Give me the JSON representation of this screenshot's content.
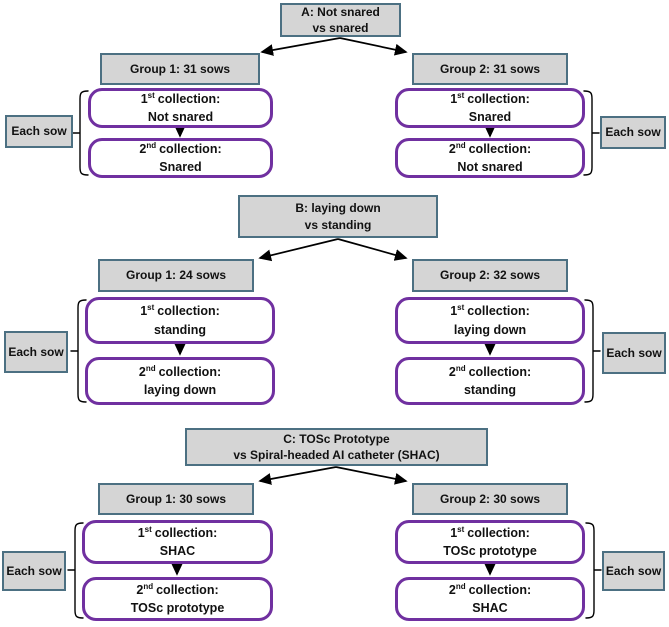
{
  "colors": {
    "background": "#FFFFFF",
    "box_fill": "#D5D5D5",
    "box_border": "#4C7082",
    "collection_border": "#7030A0",
    "arrow": "#000000",
    "text": "#111111"
  },
  "panels": [
    {
      "id": "A",
      "header": {
        "line1": "A: Not snared",
        "line2": "vs snared"
      },
      "left": {
        "group": "Group 1: 31 sows",
        "c1": {
          "ord": "1",
          "sup": "st",
          "label": "collection:",
          "value": "Not snared"
        },
        "c2": {
          "ord": "2",
          "sup": "nd",
          "label": "collection:",
          "value": "Snared"
        },
        "each_sow": "Each sow"
      },
      "right": {
        "group": "Group 2: 31 sows",
        "c1": {
          "ord": "1",
          "sup": "st",
          "label": "collection:",
          "value": "Snared"
        },
        "c2": {
          "ord": "2",
          "sup": "nd",
          "label": "collection:",
          "value": "Not snared"
        },
        "each_sow": "Each sow"
      }
    },
    {
      "id": "B",
      "header": {
        "line1": "B: laying down",
        "line2": "vs standing"
      },
      "left": {
        "group": "Group 1: 24 sows",
        "c1": {
          "ord": "1",
          "sup": "st",
          "label": "collection:",
          "value": "standing"
        },
        "c2": {
          "ord": "2",
          "sup": "nd",
          "label": "collection:",
          "value": "laying down"
        },
        "each_sow": "Each sow"
      },
      "right": {
        "group": "Group 2: 32 sows",
        "c1": {
          "ord": "1",
          "sup": "st",
          "label": "collection:",
          "value": "laying down"
        },
        "c2": {
          "ord": "2",
          "sup": "nd",
          "label": "collection:",
          "value": "standing"
        },
        "each_sow": "Each sow"
      }
    },
    {
      "id": "C",
      "header": {
        "line1": "C: TOSc Prototype",
        "line2": "vs Spiral-headed AI catheter (SHAC)"
      },
      "left": {
        "group": "Group 1: 30 sows",
        "c1": {
          "ord": "1",
          "sup": "st",
          "label": "collection:",
          "value": "SHAC"
        },
        "c2": {
          "ord": "2",
          "sup": "nd",
          "label": "collection:",
          "value": "TOSc prototype"
        },
        "each_sow": "Each sow"
      },
      "right": {
        "group": "Group 2: 30 sows",
        "c1": {
          "ord": "1",
          "sup": "st",
          "label": "collection:",
          "value": "TOSc prototype"
        },
        "c2": {
          "ord": "2",
          "sup": "nd",
          "label": "collection:",
          "value": "SHAC"
        },
        "each_sow": "Each sow"
      }
    }
  ]
}
